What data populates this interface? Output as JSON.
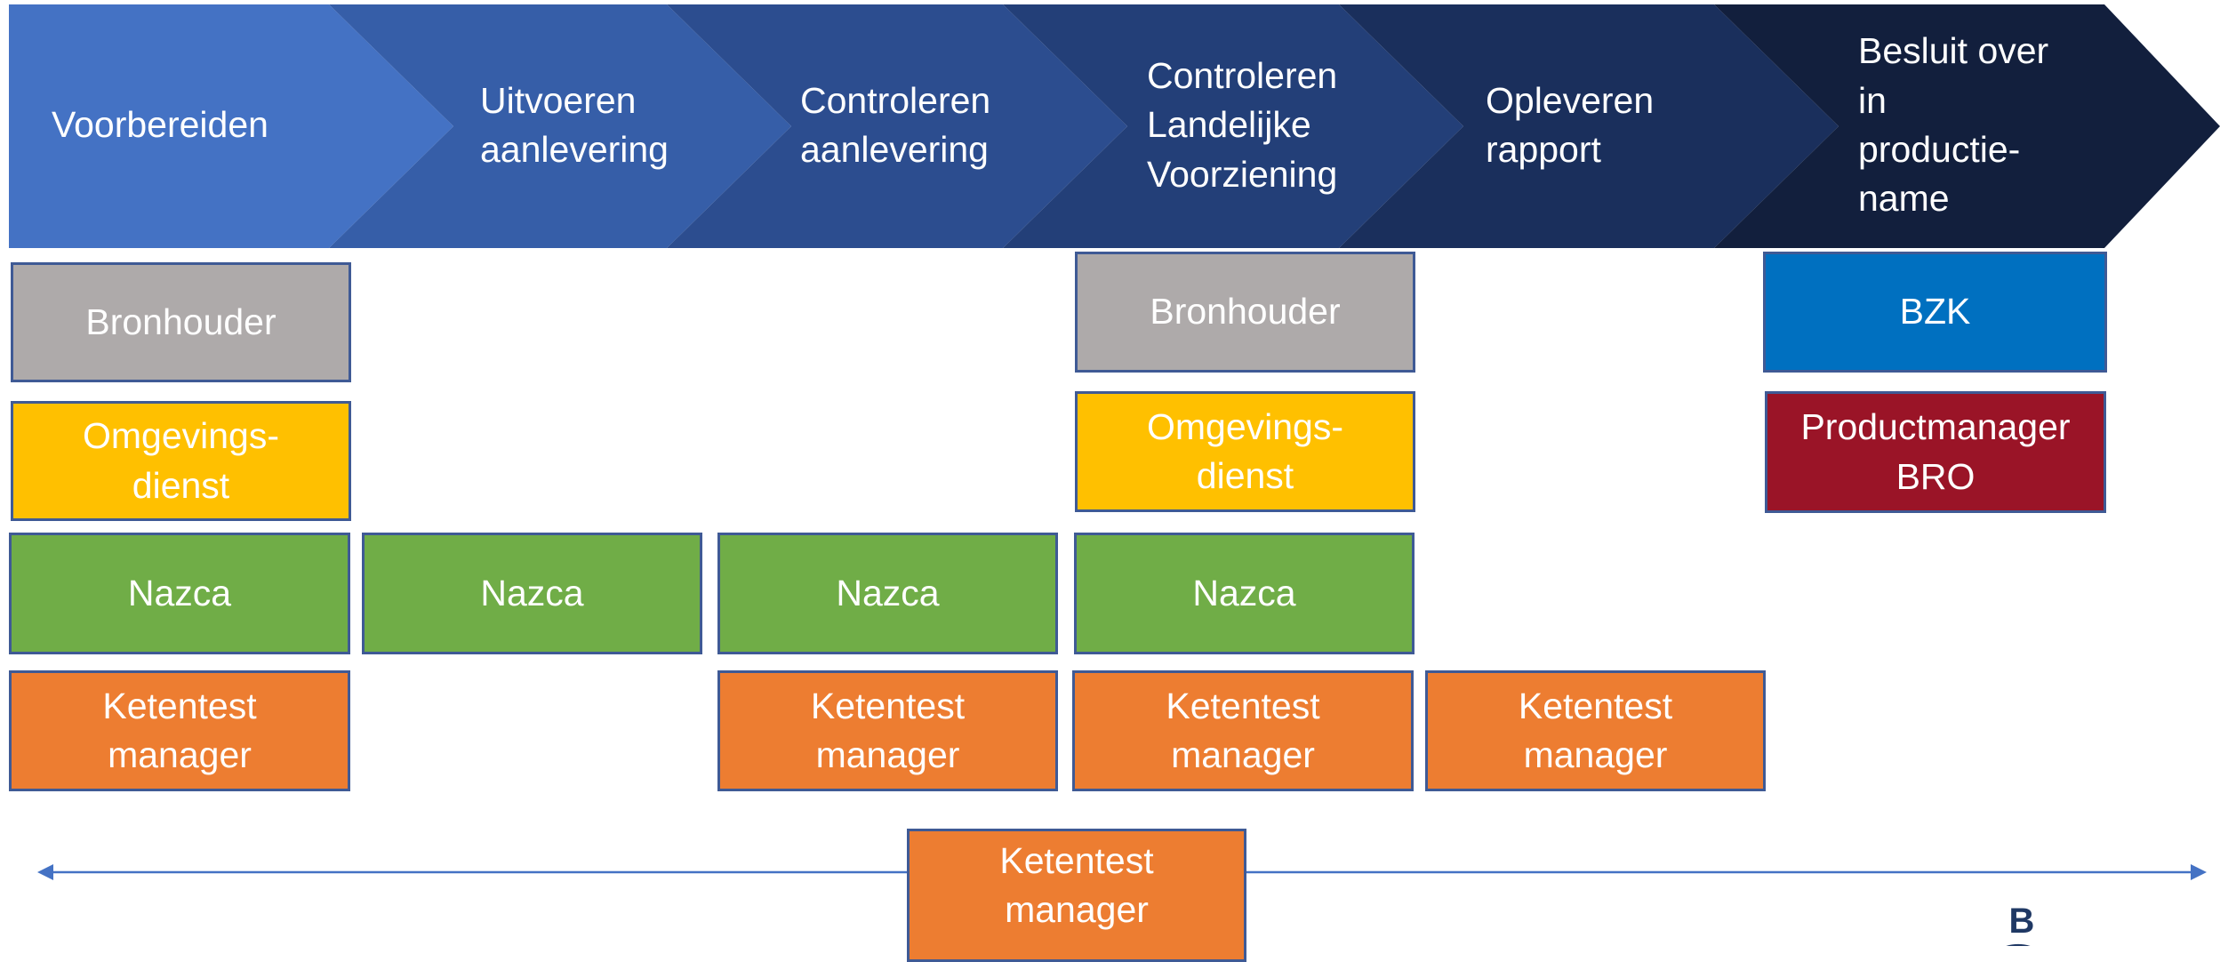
{
  "colors": {
    "step_fills": [
      "#4472c4",
      "#365ea8",
      "#2c4d8f",
      "#233f78",
      "#1a2f5c",
      "#121f3d"
    ],
    "roles": {
      "grey": "#aeaaaa",
      "yellow": "#ffc000",
      "green": "#70ad47",
      "orange": "#ed7d31",
      "blue": "#0070c0",
      "red": "#9a1427"
    },
    "border": "#3f5a95",
    "timeline": "#4472c4"
  },
  "steps": [
    {
      "label": "Voorbereiden"
    },
    {
      "label": "Uitvoeren\naanlevering"
    },
    {
      "label": "Controleren\naanlevering"
    },
    {
      "label": "Controleren\nLandelijke\nVoorziening"
    },
    {
      "label": "Opleveren\nrapport"
    },
    {
      "label": "Besluit over\nin\nproductie-\nname"
    }
  ],
  "roles": [
    {
      "label": "Bronhouder",
      "color": "grey"
    },
    {
      "label": "Omgevings-\ndienst",
      "color": "yellow"
    },
    {
      "label": "Nazca",
      "color": "green"
    },
    {
      "label": "Ketentest\nmanager",
      "color": "orange"
    },
    {
      "label": "Nazca",
      "color": "green"
    },
    {
      "label": "Nazca",
      "color": "green"
    },
    {
      "label": "Ketentest\nmanager",
      "color": "orange"
    },
    {
      "label": "Bronhouder",
      "color": "grey"
    },
    {
      "label": "Omgevings-\ndienst",
      "color": "yellow"
    },
    {
      "label": "Nazca",
      "color": "green"
    },
    {
      "label": "Ketentest\nmanager",
      "color": "orange"
    },
    {
      "label": "Ketentest\nmanager",
      "color": "orange"
    },
    {
      "label": "BZK",
      "color": "blue"
    },
    {
      "label": "Productmanager\nBRO",
      "color": "red"
    }
  ],
  "overall": {
    "label": "Ketentest\nmanager",
    "color": "orange"
  },
  "logo": {
    "text": "B\nR",
    "icon": "bro-logo-icon"
  }
}
